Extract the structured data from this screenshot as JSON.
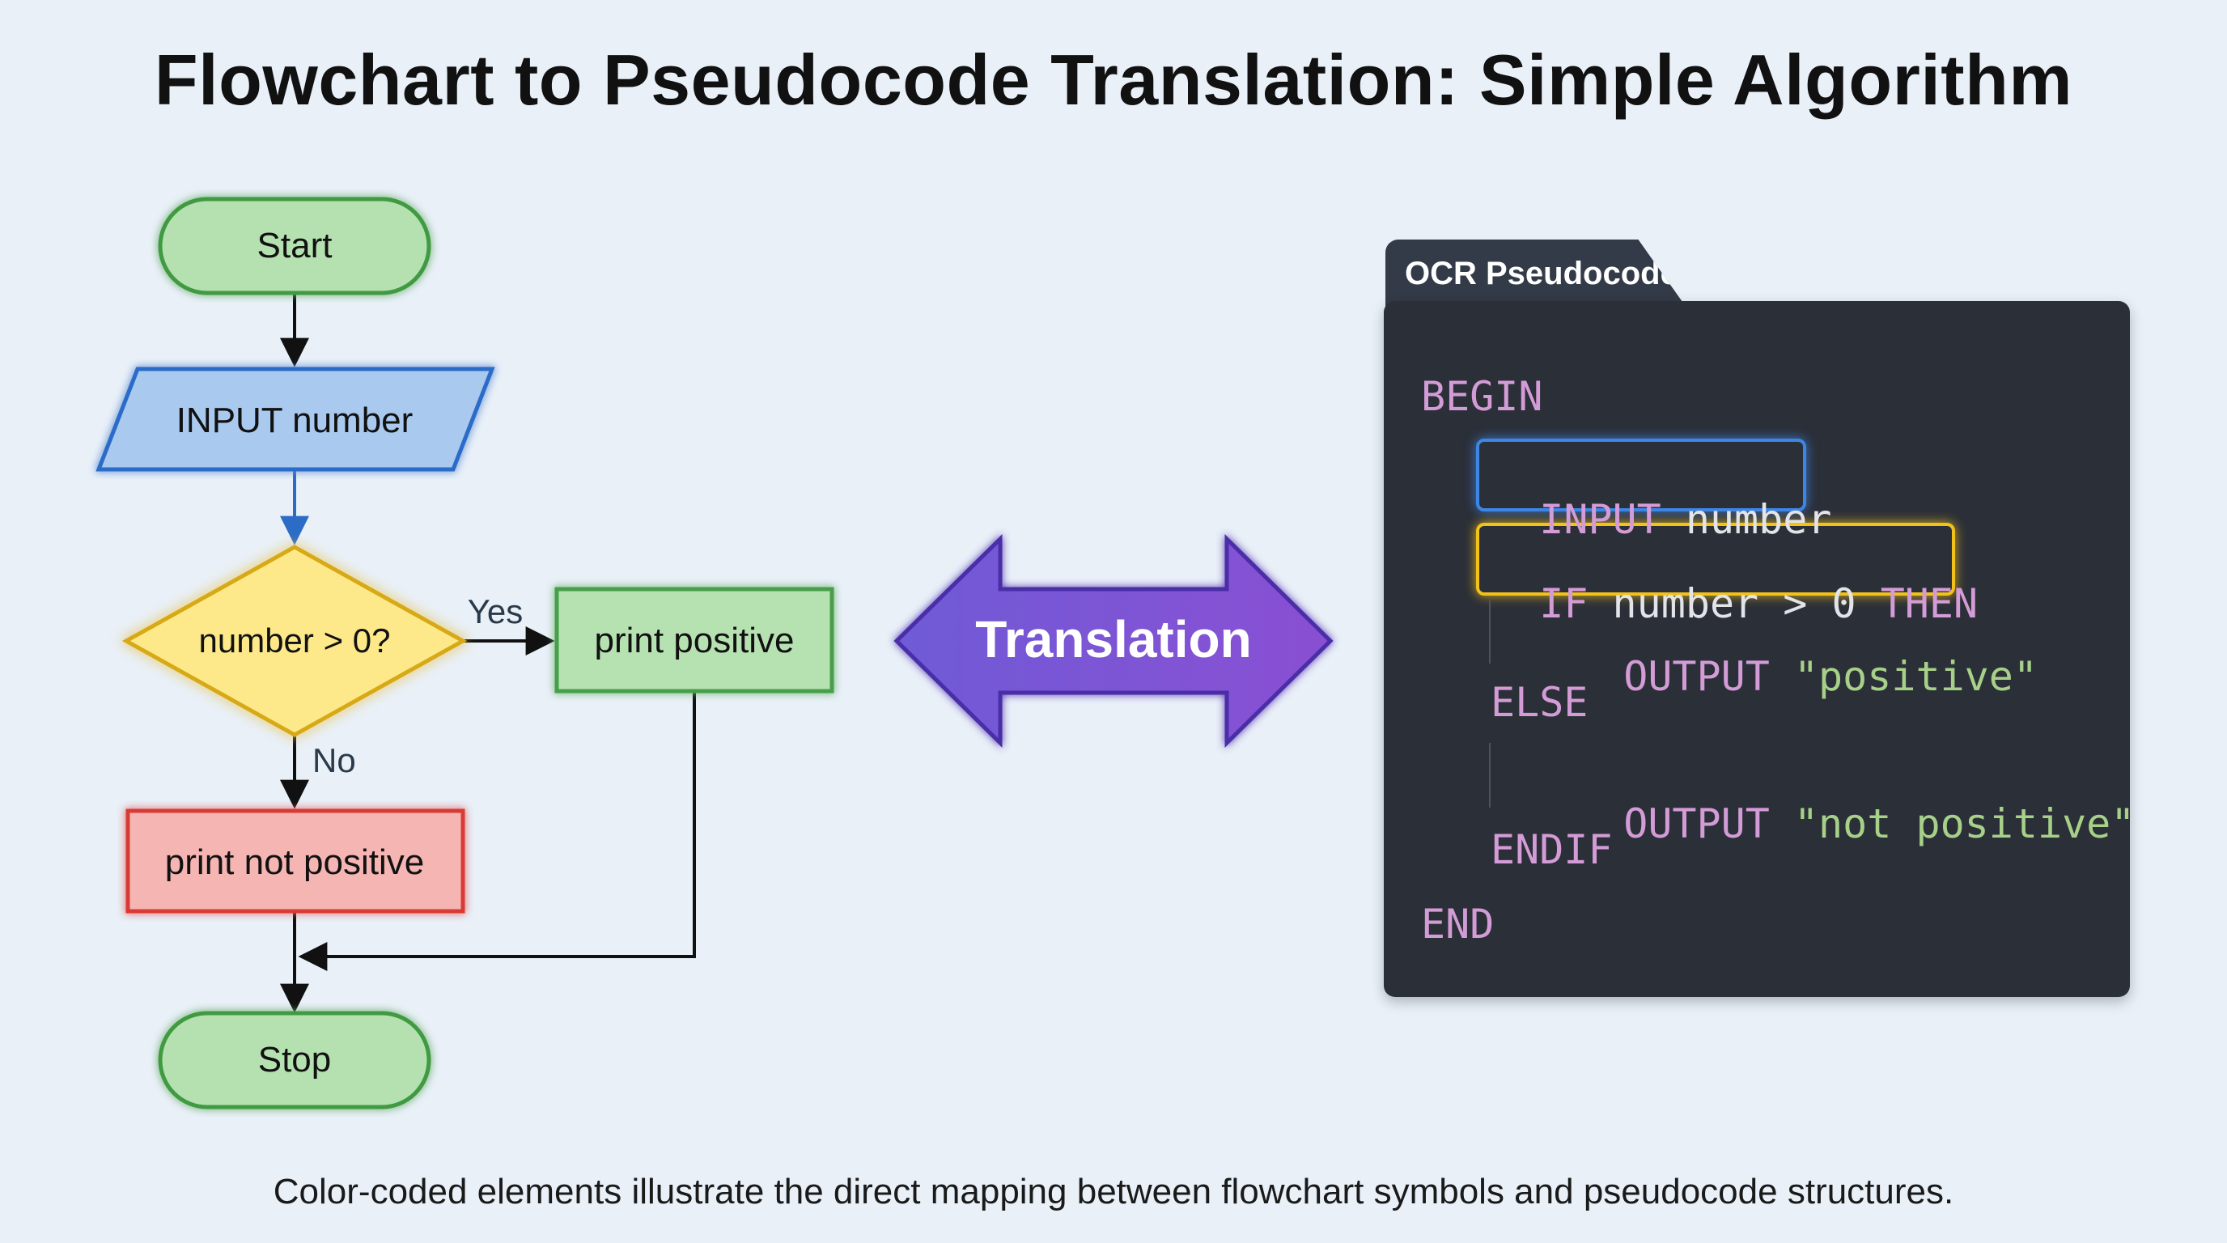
{
  "title": "Flowchart to Pseudocode Translation: Simple Algorithm",
  "caption": "Color-coded elements illustrate the direct mapping between flowchart symbols and pseudocode structures.",
  "flowchart": {
    "start": "Start",
    "input": "INPUT number",
    "decision": "number > 0?",
    "yes_label": "Yes",
    "no_label": "No",
    "print_positive": "print positive",
    "print_not_positive": "print not positive",
    "stop": "Stop"
  },
  "arrow_label": "Translation",
  "code_panel": {
    "tab_label": "OCR Pseudocode",
    "lines": {
      "begin": "BEGIN",
      "input_kw": "INPUT",
      "input_var": "number",
      "if_kw": "IF",
      "if_cond": "number > 0",
      "then_kw": "THEN",
      "output1_kw": "OUTPUT",
      "output1_str": "\"positive\"",
      "else": "ELSE",
      "output2_kw": "OUTPUT",
      "output2_str": "\"not positive\"",
      "endif": "ENDIF",
      "end": "END"
    }
  },
  "colors": {
    "terminal_fill": "#b5e0b0",
    "terminal_stroke": "#3f9a42",
    "input_fill": "#a9c9ef",
    "input_stroke": "#2c6cc7",
    "decision_fill": "#fde98a",
    "decision_stroke": "#d7a914",
    "process_green_fill": "#b6e2b2",
    "process_green_stroke": "#46a049",
    "process_red_fill": "#f5b5b3",
    "process_red_stroke": "#d83a36",
    "arrow_fill": "#7f56d9",
    "code_bg": "#2b2f38",
    "keyword": "#d49cd6",
    "string": "#a7d089"
  }
}
